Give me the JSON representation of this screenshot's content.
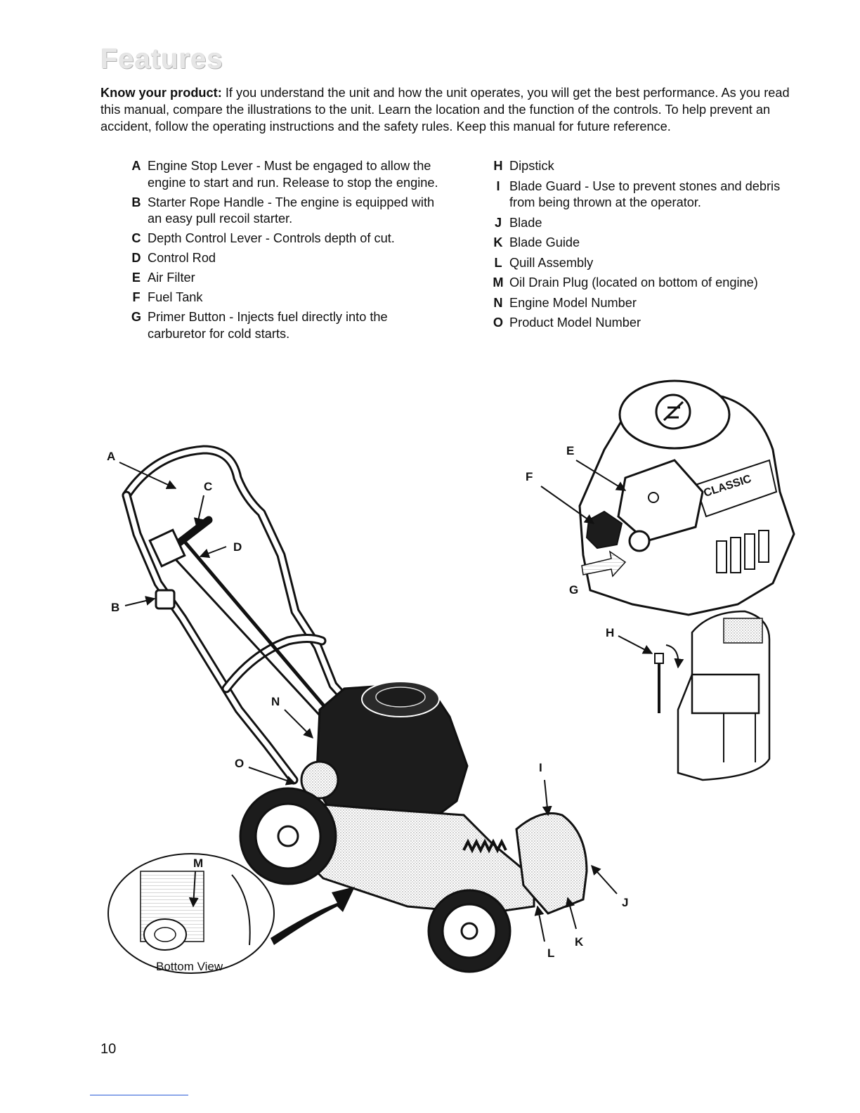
{
  "title": "Features",
  "intro": {
    "lead": "Know your product:",
    "text": " If you understand the unit and how the unit operates, you will get the best performance. As you read this manual, compare the illustrations to the unit. Learn the location and the function of the controls. To help prevent an accident, follow the operating instructions and the safety rules. Keep this manual for future reference."
  },
  "features_left": [
    {
      "letter": "A",
      "text": "Engine Stop Lever - Must be engaged to allow the engine to start and run. Release to stop the engine."
    },
    {
      "letter": "B",
      "text": "Starter Rope Handle - The engine is equipped with an easy pull recoil starter."
    },
    {
      "letter": "C",
      "text": "Depth Control Lever  - Controls depth of cut."
    },
    {
      "letter": "D",
      "text": "Control Rod"
    },
    {
      "letter": "E",
      "text": "Air Filter"
    },
    {
      "letter": "F",
      "text": "Fuel Tank"
    },
    {
      "letter": "G",
      "text": "Primer Button - Injects fuel directly into the carburetor for cold starts."
    }
  ],
  "features_right": [
    {
      "letter": "H",
      "text": "Dipstick"
    },
    {
      "letter": "I",
      "text": "Blade Guard - Use to prevent stones and debris from being thrown at the operator."
    },
    {
      "letter": "J",
      "text": "Blade"
    },
    {
      "letter": "K",
      "text": "Blade Guide"
    },
    {
      "letter": "L",
      "text": "Quill Assembly"
    },
    {
      "letter": "M",
      "text": "Oil Drain Plug (located on bottom of engine)"
    },
    {
      "letter": "N",
      "text": "Engine Model Number"
    },
    {
      "letter": "O",
      "text": "Product Model Number"
    }
  ],
  "diagram": {
    "labels": {
      "a": "A",
      "b": "B",
      "c": "C",
      "d": "D",
      "e": "E",
      "f": "F",
      "g": "G",
      "h": "H",
      "i": "I",
      "j": "J",
      "k": "K",
      "l": "L",
      "m": "M",
      "n": "N",
      "o": "O"
    },
    "inset_caption": "Bottom View",
    "engine_badge": "CLASSIC"
  },
  "page_number": "10"
}
